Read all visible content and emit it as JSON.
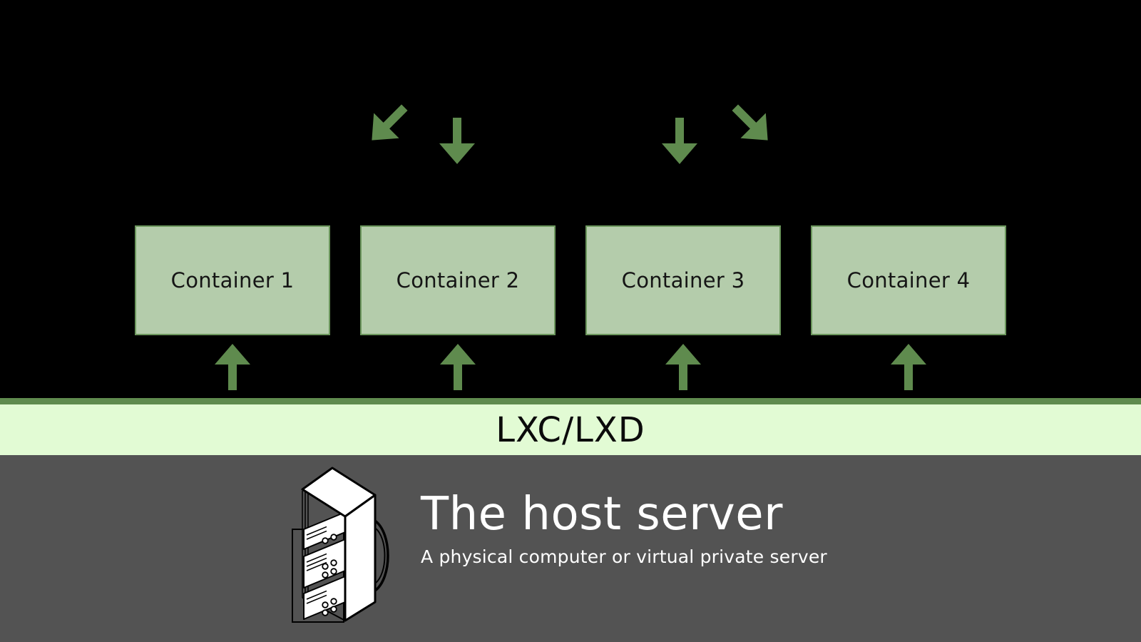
{
  "colors": {
    "bg_black": "#000000",
    "arrow_green": "#5f8b4e",
    "container_fill": "#b4ccab",
    "container_border": "#6b965c",
    "bar_fill": "#e2fbd4",
    "bar_border": "#5f8b4e",
    "host_bg": "#535353",
    "text_dark": "#151515",
    "text_light": "#ffffff"
  },
  "containers": [
    {
      "label": "Container 1"
    },
    {
      "label": "Container 2"
    },
    {
      "label": "Container 3"
    },
    {
      "label": "Container 4"
    }
  ],
  "incoming_arrows": [
    {
      "icon": "arrow-down-left"
    },
    {
      "icon": "arrow-down"
    },
    {
      "icon": "arrow-down"
    },
    {
      "icon": "arrow-down-right"
    }
  ],
  "outgoing_arrows": [
    {
      "icon": "arrow-up"
    },
    {
      "icon": "arrow-up"
    },
    {
      "icon": "arrow-up"
    },
    {
      "icon": "arrow-up"
    }
  ],
  "lxc_bar": {
    "label": "LXC/LXD"
  },
  "host": {
    "icon": "server-rack",
    "title": "The host server",
    "subtitle": "A physical computer or virtual private server"
  }
}
